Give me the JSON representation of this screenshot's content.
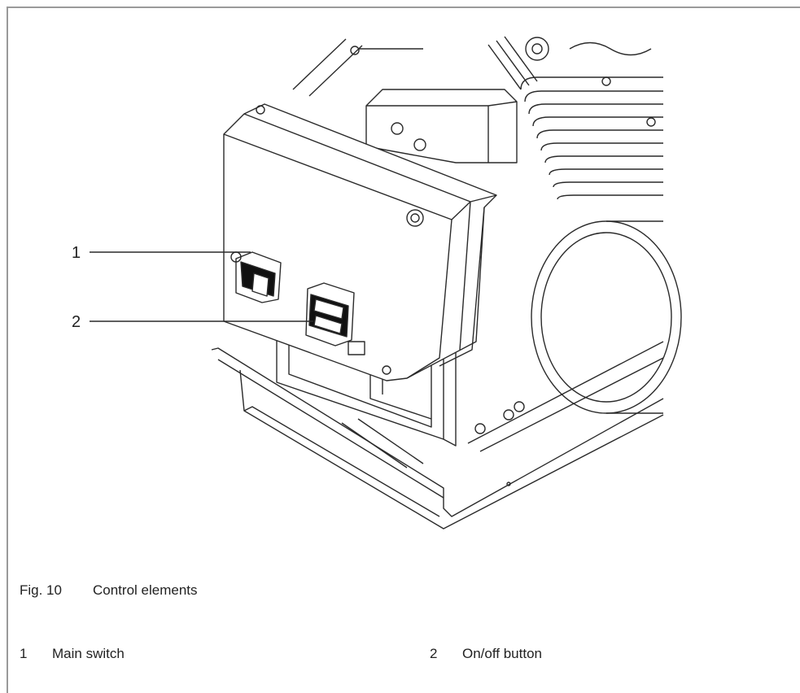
{
  "figure": {
    "callouts": [
      "1",
      "2"
    ],
    "caption_number": "Fig. 10",
    "caption_text": "Control elements"
  },
  "legend": [
    {
      "number": "1",
      "label": "Main switch"
    },
    {
      "number": "2",
      "label": "On/off button"
    }
  ]
}
